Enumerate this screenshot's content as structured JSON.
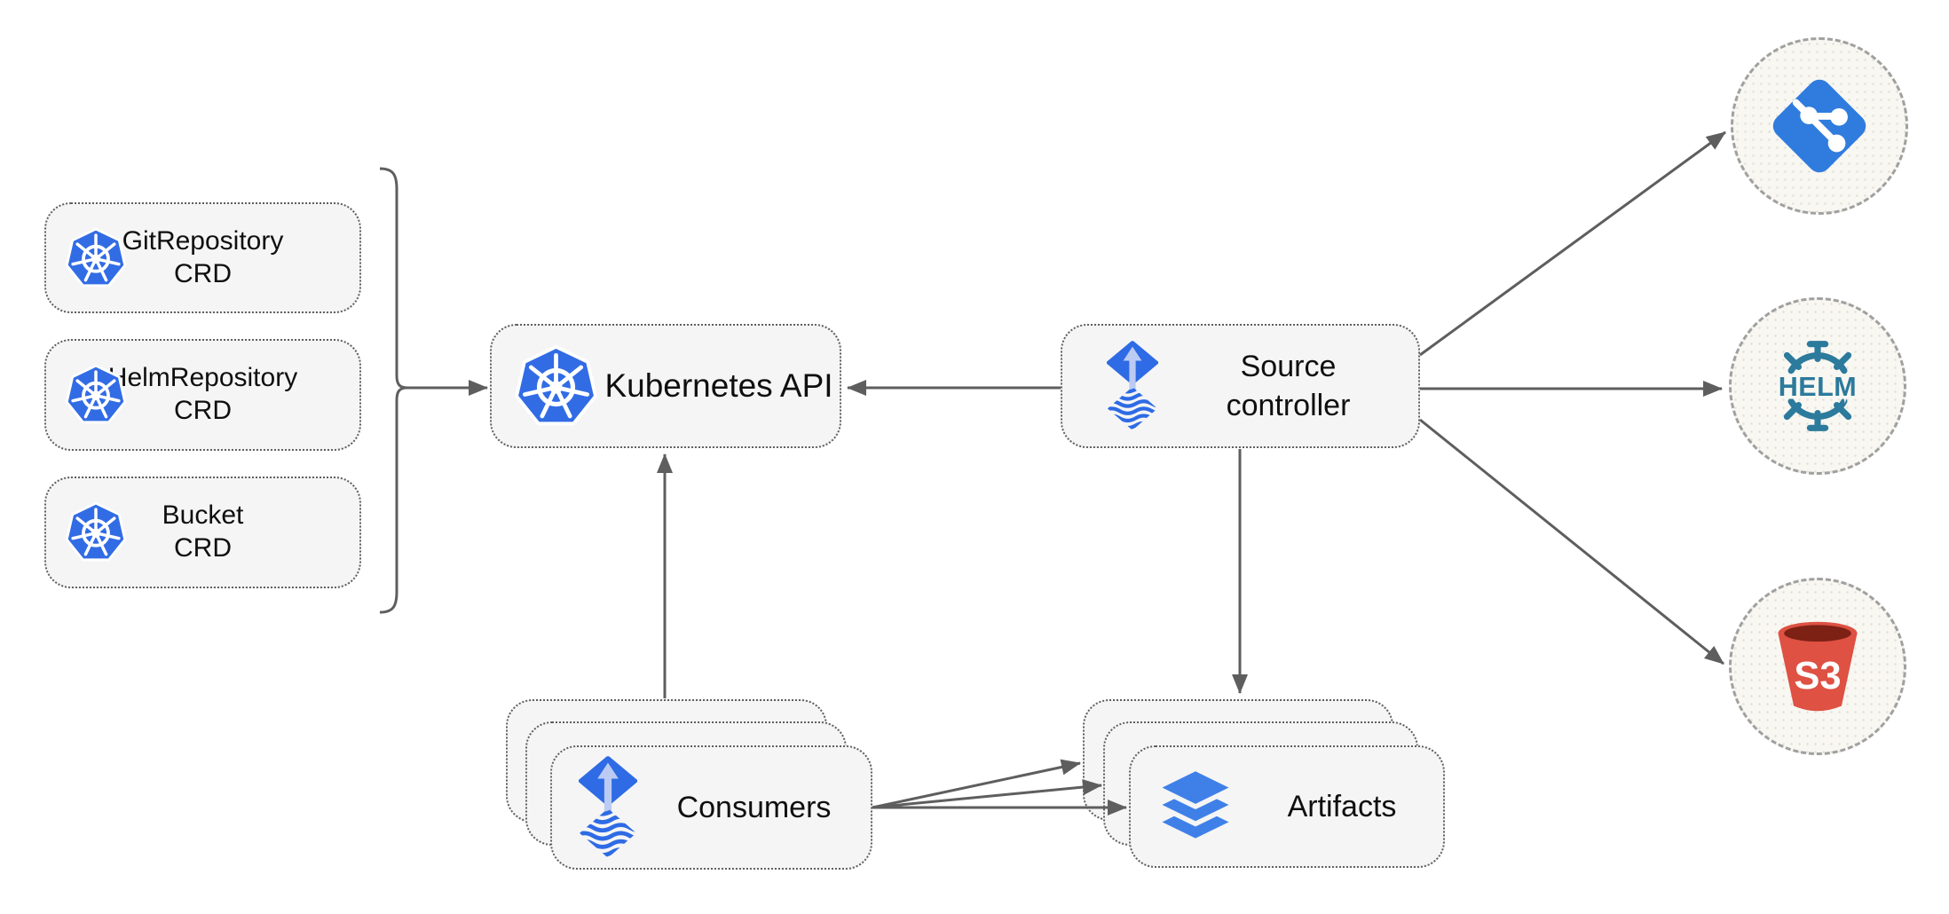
{
  "nodes": {
    "crd_git": {
      "line1": "GitRepository",
      "line2": "CRD"
    },
    "crd_helm": {
      "line1": "HelmRepository",
      "line2": "CRD"
    },
    "crd_bucket": {
      "line1": "Bucket",
      "line2": "CRD"
    },
    "kubernetes_api": {
      "label": "Kubernetes API"
    },
    "source_controller": {
      "line1": "Source",
      "line2": "controller"
    },
    "consumers": {
      "label": "Consumers"
    },
    "artifacts": {
      "label": "Artifacts"
    },
    "helm_endpoint": {
      "label": "HELM"
    },
    "s3_endpoint": {
      "label": "S3"
    }
  },
  "icons": {
    "kubernetes": "kubernetes-wheel-icon",
    "flux": "flux-source-icon",
    "artifacts": "layers-icon",
    "git": "git-diamond-icon",
    "helm": "helm-wheel-icon",
    "s3": "s3-bucket-icon"
  },
  "colors": {
    "kubernetes_blue": "#326CE5",
    "flux_blue": "#2E6BE5",
    "flux_arrow_light": "#BCCBF3",
    "layers_blue": "#3F80E8",
    "git_blue": "#2F7CDE",
    "helm_teal": "#2C7A9C",
    "s3_red": "#DE5143",
    "s3_dark": "#7C2114",
    "node_fill": "#F5F5F5",
    "node_border": "#5F5F5F",
    "endpoint_fill": "#F8F7F2",
    "endpoint_border": "#A0A0A0",
    "edge_gray": "#5E5E5E",
    "text": "#0F0F0F"
  }
}
